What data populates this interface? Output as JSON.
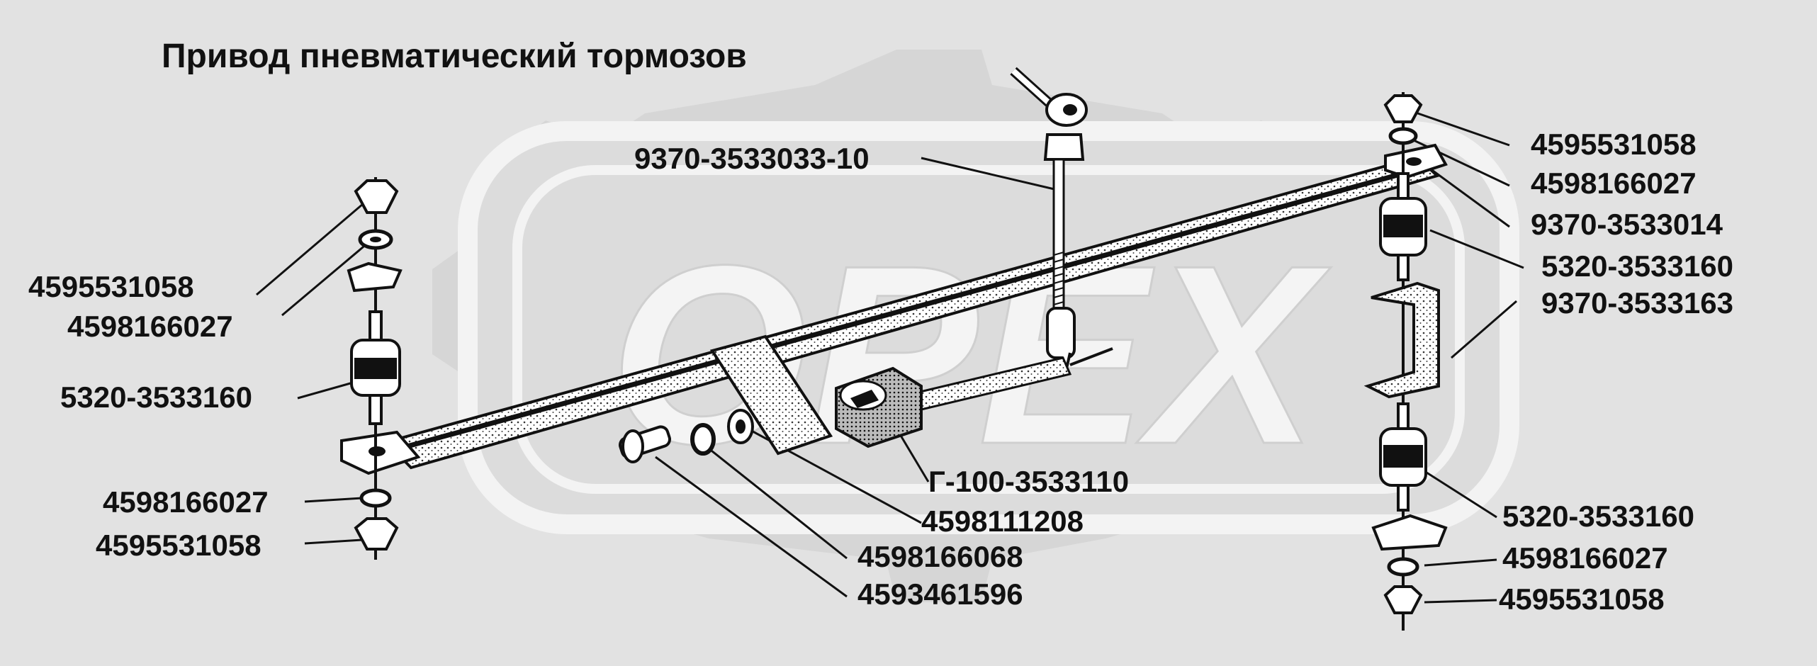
{
  "title": "Привод пневматический тормозов",
  "watermark": "OPEX",
  "labels": {
    "l1": "9370-3533033-10",
    "l2": "4595531058",
    "l3": "4598166027",
    "l4": "5320-3533160",
    "l5": "4598166027",
    "l6": "4595531058",
    "l7": "Г-100-3533110",
    "l8": "4598111208",
    "l9": "4598166068",
    "l10": "4593461596",
    "r1": "4595531058",
    "r2": "4598166027",
    "r3": "9370-3533014",
    "r4": "5320-3533160",
    "r5": "9370-3533163",
    "r6": "5320-3533160",
    "r7": "4598166027",
    "r8": "4595531058"
  },
  "colors": {
    "background": "#e2e2e2",
    "watermark": "#f4f4f4",
    "ink": "#111111",
    "part_fill": "#ffffff"
  }
}
